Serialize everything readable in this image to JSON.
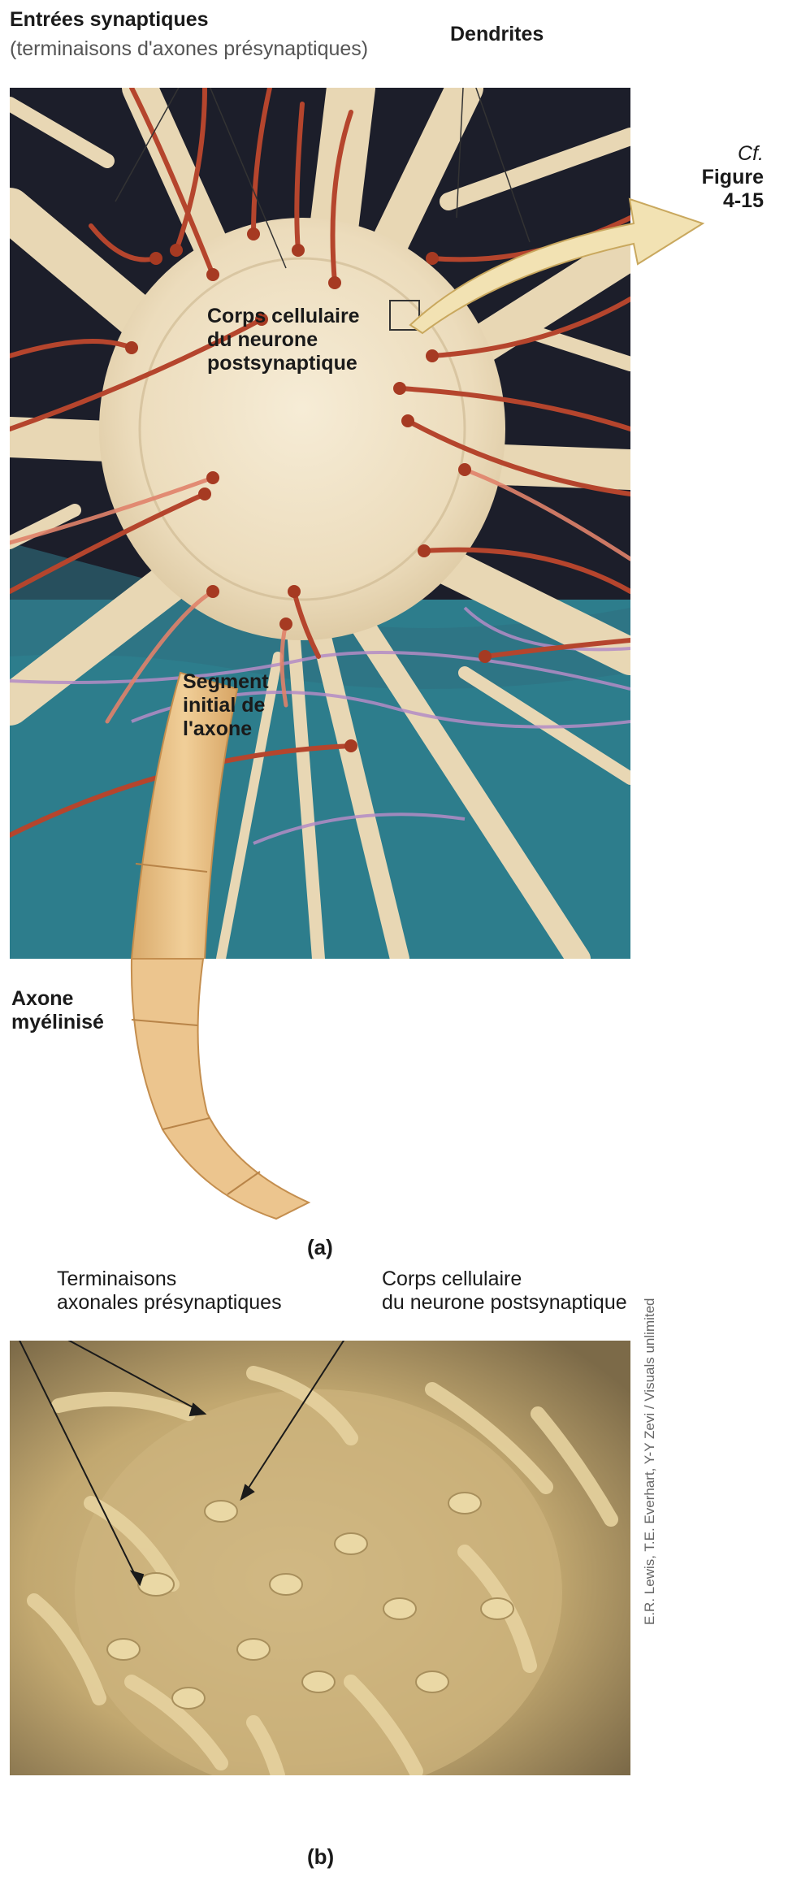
{
  "panel_a": {
    "label_synaptic_inputs": "Entrées synaptiques",
    "label_synaptic_inputs_sub": "(terminaisons d'axones présynaptiques)",
    "label_dendrites": "Dendrites",
    "label_cf_prefix": "Cf.",
    "label_cf_word": "Figure",
    "label_cf_number": "4-15",
    "label_cell_body": [
      "Corps cellulaire",
      "du neurone",
      "postsynaptique"
    ],
    "label_initial_segment": [
      "Segment",
      "initial de",
      "l'axone"
    ],
    "label_myelinated_axon": [
      "Axone",
      "myélinisé"
    ],
    "caption": "(a)",
    "colors": {
      "dark_bg": "#1c1e2a",
      "teal_bg": "#2d7d8c",
      "soma": "#efe2c6",
      "presynaptic": "#b5452d",
      "axon": "#ecc58e"
    }
  },
  "panel_b": {
    "label_terminals": [
      "Terminaisons",
      "axonales présynaptiques"
    ],
    "label_cell_body": [
      "Corps cellulaire",
      "du neurone postsynaptique"
    ],
    "credit": "E.R. Lewis, T.E. Everhart, Y-Y Zevi / Visuals unlimited",
    "caption": "(b)",
    "colors": {
      "photo_base": "#c8b07a"
    }
  }
}
